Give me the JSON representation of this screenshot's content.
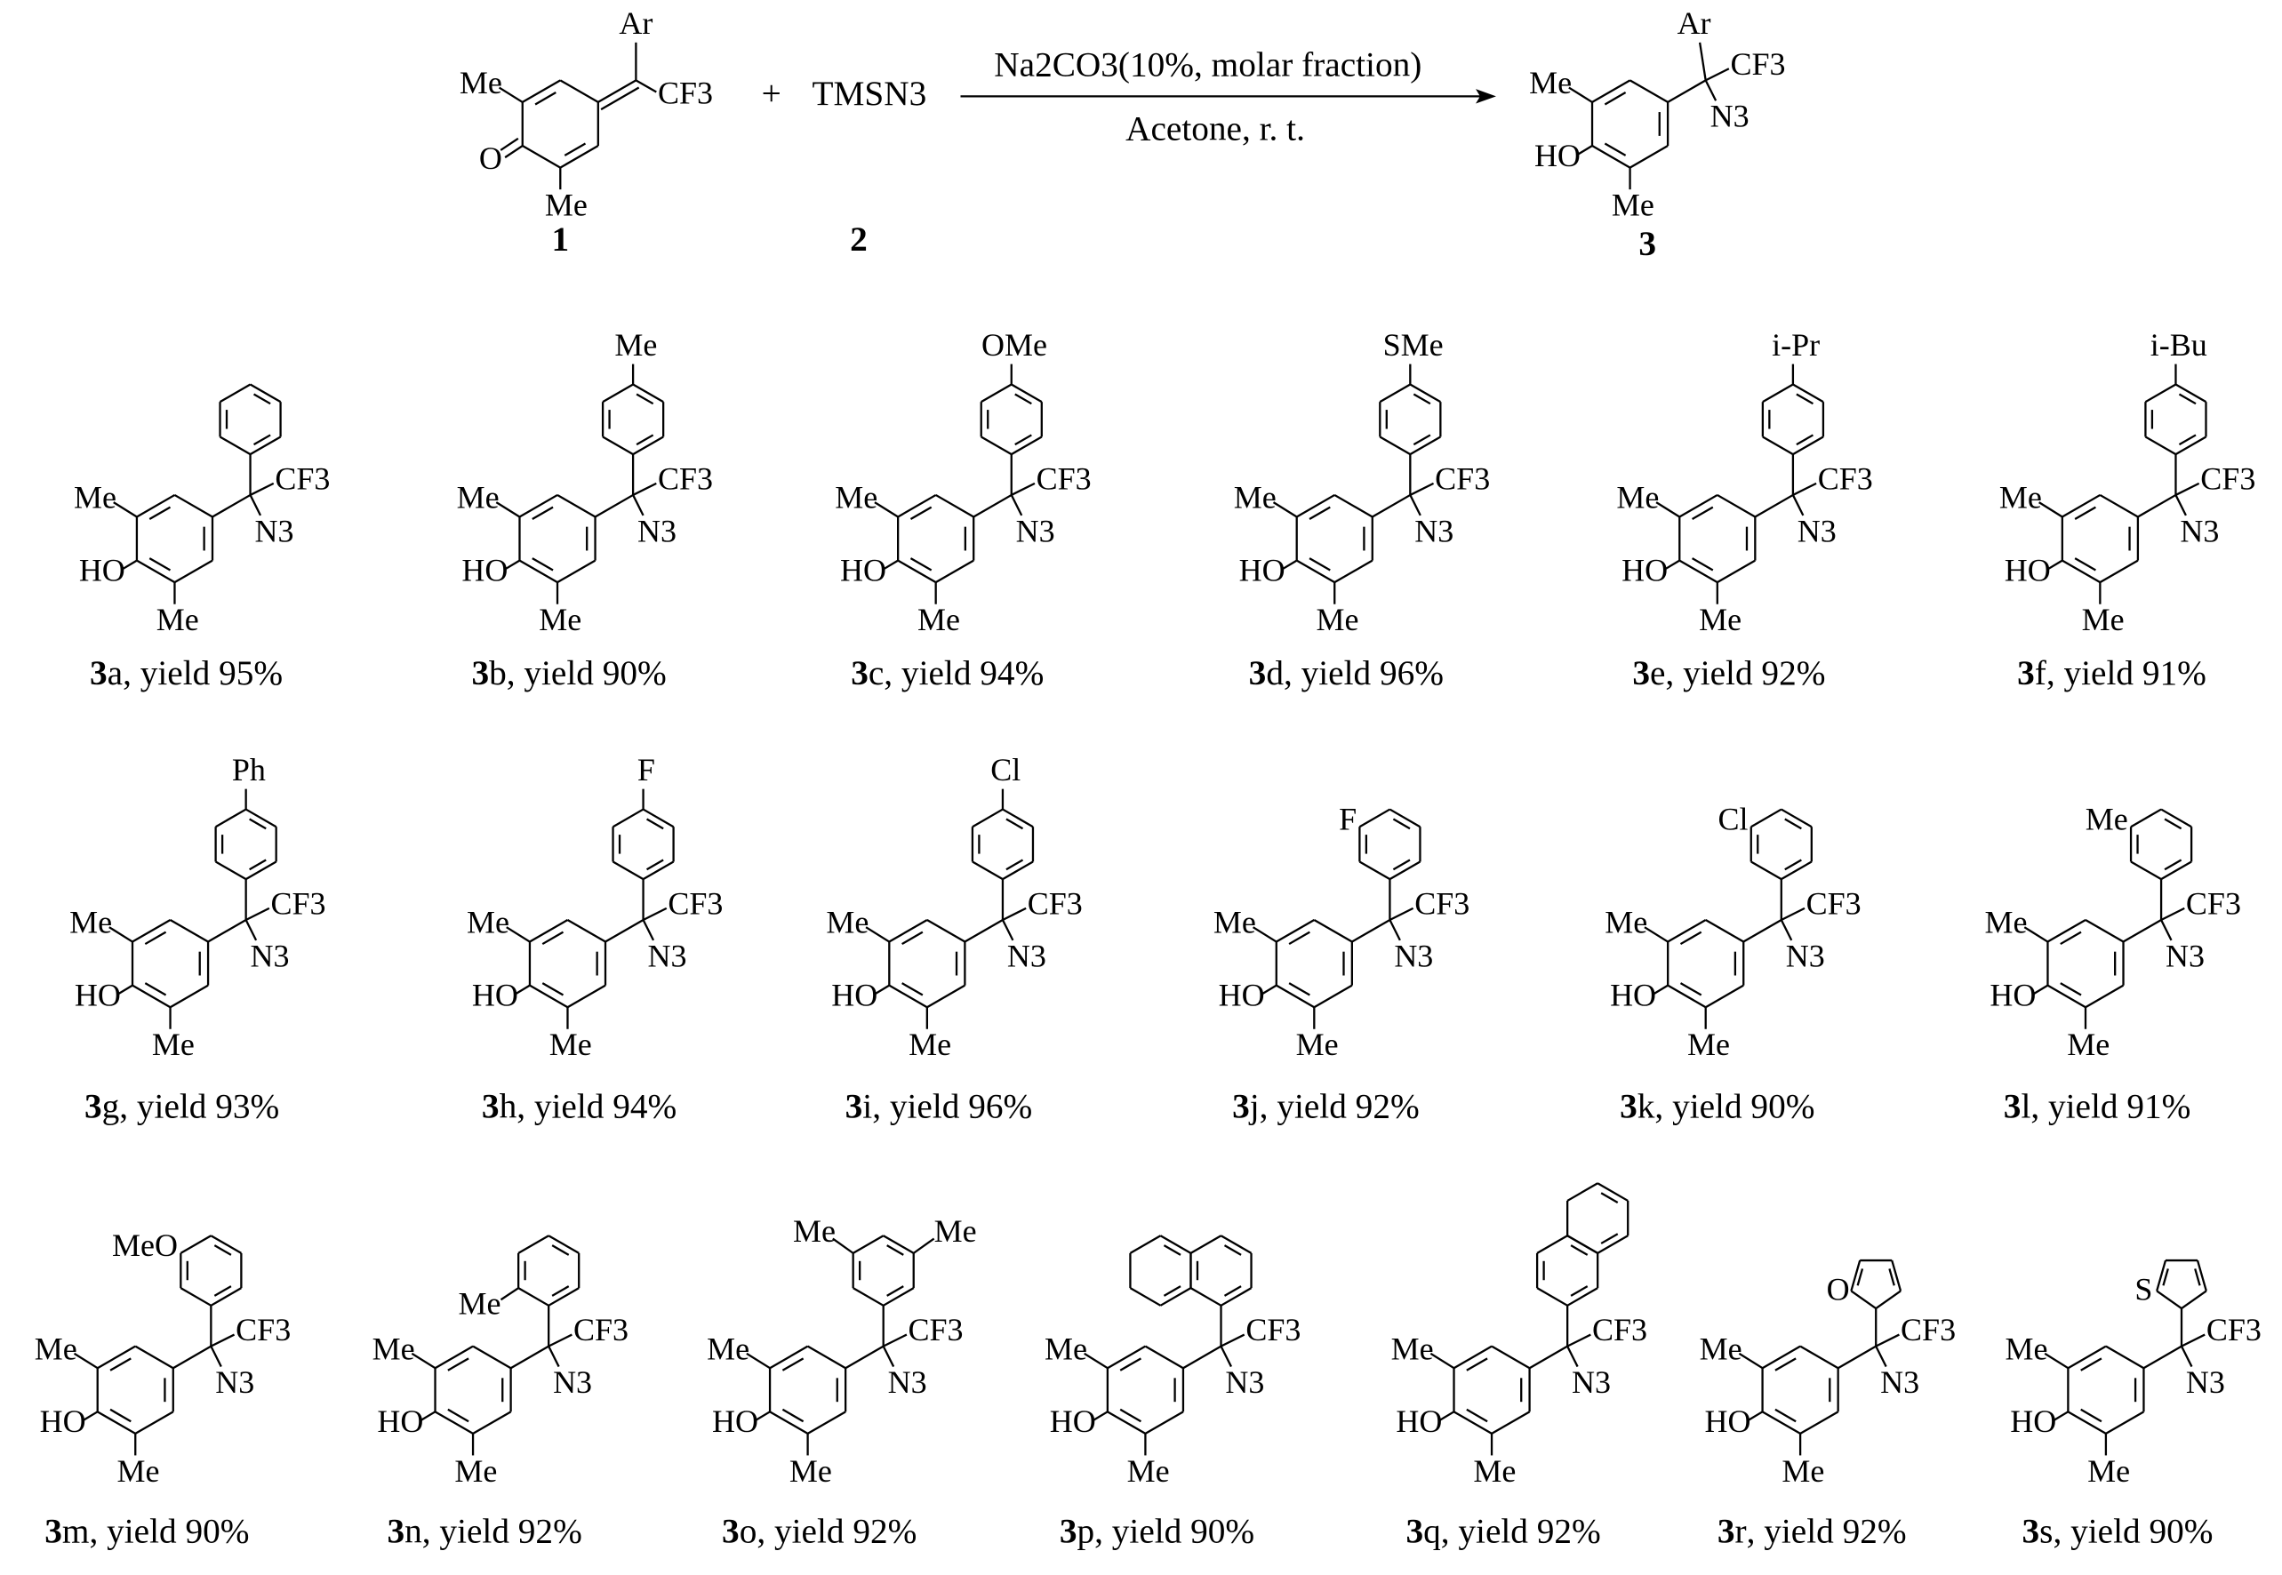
{
  "scheme": {
    "reactant1_label": "1",
    "reactant2_label": "2",
    "product_label": "3",
    "plus": "+",
    "reagent2": "TMSN3",
    "conditions_above": "Na2CO3(10%, molar fraction)",
    "conditions_below": "Acetone, r. t.",
    "generic_aryl": "Ar",
    "atoms": {
      "me": "Me",
      "ho": "HO",
      "o": "O",
      "cf3": "CF3",
      "n3": "N3"
    }
  },
  "compounds": [
    {
      "num": "3",
      "letter": "a",
      "yield_text": ", yield 95%",
      "aryl": "phenyl",
      "substituent": ""
    },
    {
      "num": "3",
      "letter": "b",
      "yield_text": ", yield 90%",
      "aryl": "para",
      "substituent": "Me"
    },
    {
      "num": "3",
      "letter": "c",
      "yield_text": ", yield 94%",
      "aryl": "para",
      "substituent": "OMe"
    },
    {
      "num": "3",
      "letter": "d",
      "yield_text": ", yield 96%",
      "aryl": "para",
      "substituent": "SMe"
    },
    {
      "num": "3",
      "letter": "e",
      "yield_text": ", yield 92%",
      "aryl": "para",
      "substituent": "i-Pr"
    },
    {
      "num": "3",
      "letter": "f",
      "yield_text": ", yield 91%",
      "aryl": "para",
      "substituent": "i-Bu"
    },
    {
      "num": "3",
      "letter": "g",
      "yield_text": ", yield 93%",
      "aryl": "para",
      "substituent": "Ph"
    },
    {
      "num": "3",
      "letter": "h",
      "yield_text": ", yield 94%",
      "aryl": "para",
      "substituent": "F"
    },
    {
      "num": "3",
      "letter": "i",
      "yield_text": ", yield 96%",
      "aryl": "para",
      "substituent": "Cl"
    },
    {
      "num": "3",
      "letter": "j",
      "yield_text": ", yield 92%",
      "aryl": "meta",
      "substituent": "F"
    },
    {
      "num": "3",
      "letter": "k",
      "yield_text": ", yield 90%",
      "aryl": "meta",
      "substituent": "Cl"
    },
    {
      "num": "3",
      "letter": "l",
      "yield_text": ", yield 91%",
      "aryl": "meta",
      "substituent": "Me"
    },
    {
      "num": "3",
      "letter": "m",
      "yield_text": ", yield 90%",
      "aryl": "meta",
      "substituent": "MeO"
    },
    {
      "num": "3",
      "letter": "n",
      "yield_text": ", yield 92%",
      "aryl": "ortho",
      "substituent": "Me"
    },
    {
      "num": "3",
      "letter": "o",
      "yield_text": ", yield 92%",
      "aryl": "dimeta",
      "substituent": "Me"
    },
    {
      "num": "3",
      "letter": "p",
      "yield_text": ", yield 90%",
      "aryl": "naphth1",
      "substituent": ""
    },
    {
      "num": "3",
      "letter": "q",
      "yield_text": ", yield 92%",
      "aryl": "naphth2",
      "substituent": ""
    },
    {
      "num": "3",
      "letter": "r",
      "yield_text": ", yield 92%",
      "aryl": "furyl",
      "substituent": "O"
    },
    {
      "num": "3",
      "letter": "s",
      "yield_text": ", yield 90%",
      "aryl": "thienyl",
      "substituent": "S"
    }
  ]
}
